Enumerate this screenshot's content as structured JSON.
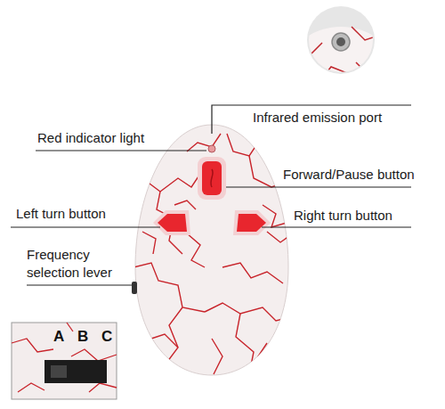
{
  "diagram": {
    "labels": [
      "Infrared emission port",
      "Red indicator light",
      "Forward/Pause button",
      "Left turn button",
      "Right turn button",
      "Frequency selection lever",
      "A",
      "B",
      "C"
    ]
  }
}
